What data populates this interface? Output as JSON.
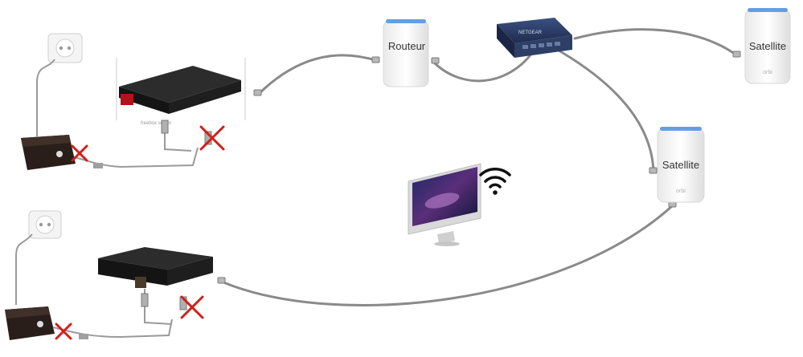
{
  "labels": {
    "router": "Routeur",
    "satellite_top": "Satellite",
    "satellite_mid": "Satellite",
    "switch_brand": "NETGEAR",
    "freebox_caption": "freebox server",
    "orbi_mark": "orbi"
  },
  "colors": {
    "cable": "#8a8a8a",
    "device_dark": "#1e1e1e",
    "freebox_red": "#b3121b",
    "cross_red": "#d0201a",
    "orbi_top": "#4a90e2",
    "switch_blue": "#2d3f66"
  },
  "icons": [
    "wall-outlet-icon",
    "power-adapter-icon",
    "wifi-icon",
    "cross-icon"
  ]
}
